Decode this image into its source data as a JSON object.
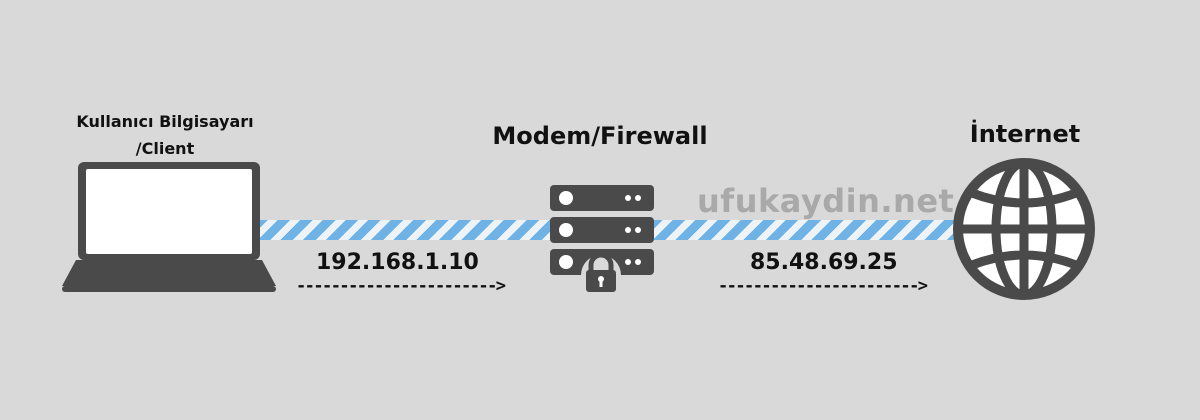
{
  "nodes": {
    "client": {
      "label": "Kullanıcı Bilgisayarı /Client",
      "icon": "laptop-icon"
    },
    "modem": {
      "label": "Modem/Firewall",
      "icon": "server-lock-icon"
    },
    "internet": {
      "label": "İnternet",
      "icon": "globe-icon"
    }
  },
  "links": [
    {
      "ip": "192.168.1.10",
      "arrow": "----------------------->"
    },
    {
      "ip": "85.48.69.25",
      "arrow": "----------------------->"
    }
  ],
  "watermark": "ufukaydin.net",
  "colors": {
    "background": "#d9d9d9",
    "icon": "#4a4a4a",
    "link_stripe": "#6fb3e6",
    "link_gap": "#eef3f8"
  }
}
